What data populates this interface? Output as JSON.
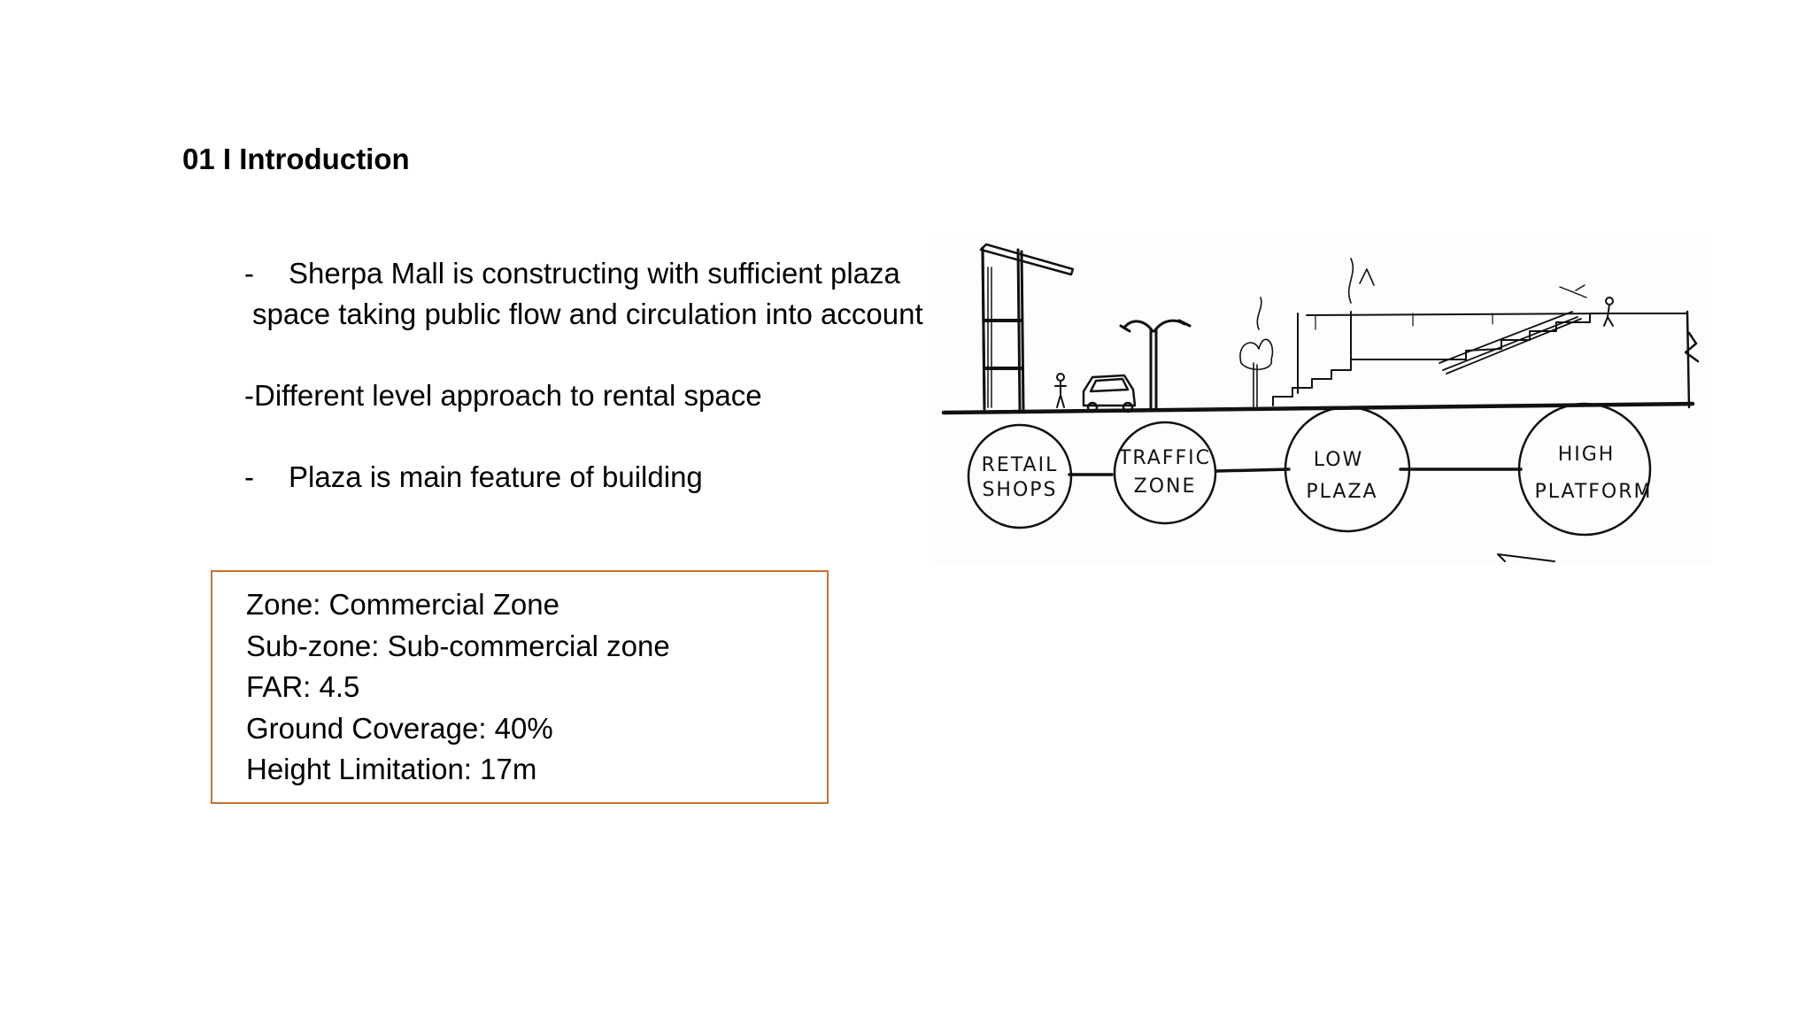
{
  "slide": {
    "title": "01 I Introduction"
  },
  "bullets": {
    "b1_dash": "-",
    "b1_line1": "Sherpa Mall is constructing with sufficient plaza",
    "b1_line2": "space taking public flow and circulation into account",
    "b2": "-Different level approach to rental space",
    "b3_dash": "-",
    "b3": "Plaza is main feature of building"
  },
  "info_box": {
    "zone": "Zone: Commercial Zone",
    "subzone": "Sub-zone: Sub-commercial zone",
    "far": "FAR: 4.5",
    "ground_coverage": "Ground Coverage: 40%",
    "height_limitation": "Height Limitation: 17m"
  },
  "sketch": {
    "circles": {
      "retail_line1": "RETAIL",
      "retail_line2": "SHOPS",
      "traffic_line1": "TRAFFIC",
      "traffic_line2": "ZONE",
      "plaza_line1": "LOW",
      "plaza_line2": "PLAZA",
      "platform_line1": "HIGH",
      "platform_line2": "PLATFORM"
    }
  },
  "colors": {
    "box_border": "#c8702e",
    "text": "#000000",
    "background": "#ffffff"
  }
}
